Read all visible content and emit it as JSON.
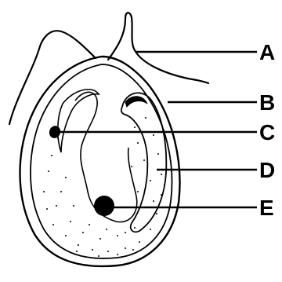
{
  "colors": {
    "ink": "#000000",
    "background": "#ffffff"
  },
  "labels": [
    {
      "id": "A",
      "text": "A"
    },
    {
      "id": "B",
      "text": "B"
    },
    {
      "id": "C",
      "text": "C"
    },
    {
      "id": "D",
      "text": "D"
    },
    {
      "id": "E",
      "text": "E"
    }
  ]
}
